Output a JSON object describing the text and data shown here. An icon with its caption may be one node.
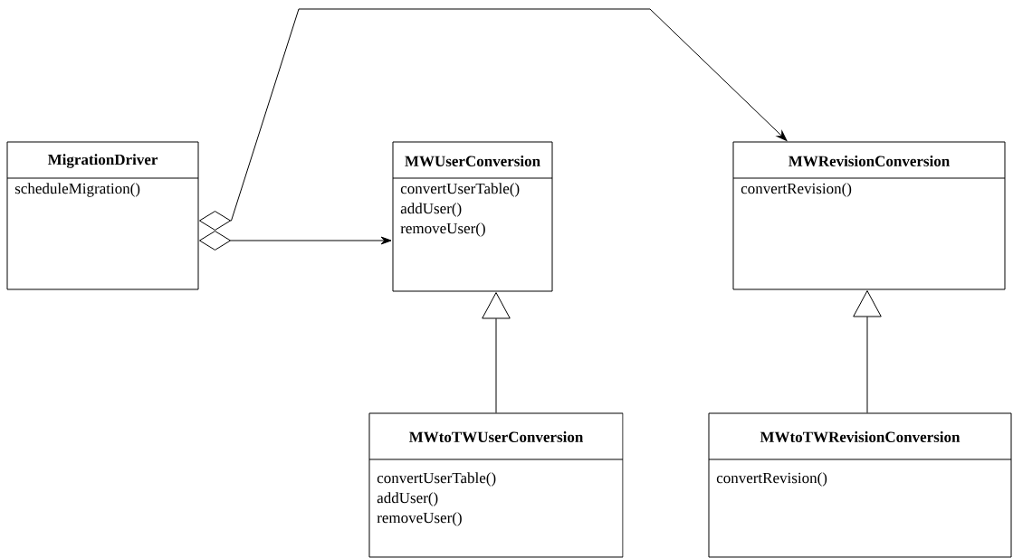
{
  "diagram": {
    "nodes": [
      {
        "text": [
          "MigrationDriver",
          "scheduleMigration()"
        ]
      },
      {
        "text": [
          "MWUserConversion",
          "convertUserTable()",
          "addUser()",
          "removeUser()"
        ]
      },
      {
        "text": [
          "MWRevisionConversion",
          "convertRevision()"
        ]
      },
      {
        "text": [
          "MWtoTWUserConversion",
          "convertUserTable()",
          "addUser()",
          "removeUser()"
        ]
      },
      {
        "text": [
          "MWtoTWRevisionConversion",
          "convertRevision()"
        ]
      }
    ],
    "edges": [
      {
        "from": 0,
        "to": 1,
        "arrow": "to"
      },
      {
        "from": 0,
        "to": 2,
        "arrow": "to"
      },
      {
        "from": 3,
        "to": 1,
        "arrow": "to"
      },
      {
        "from": 4,
        "to": 2,
        "arrow": "to"
      }
    ]
  }
}
